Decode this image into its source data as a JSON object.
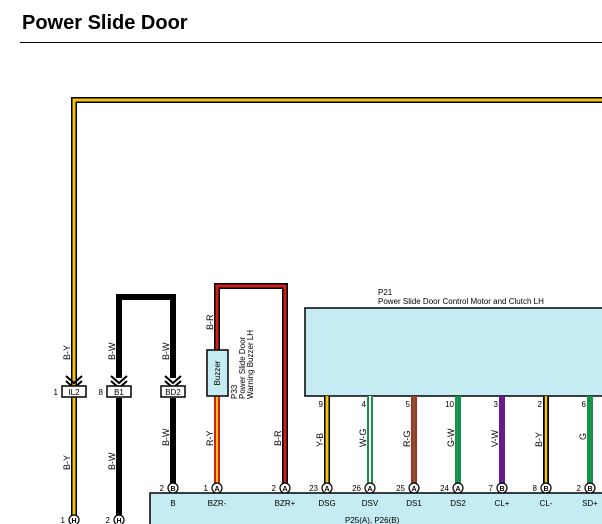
{
  "page": {
    "title": "Power Slide Door"
  },
  "colors": {
    "yellow": "#f4c20d",
    "red": "#cc1f1f",
    "green": "#16924a",
    "purple": "#6a1b8a",
    "black": "#000000",
    "panel": "#c5ecf3"
  },
  "motor": {
    "ref": "P21",
    "name": "Power Slide Door Control Motor and Clutch LH",
    "pins": [
      {
        "num": "9",
        "wire": "Y-B",
        "label": "DSG",
        "conn": "A",
        "pin_below": "23"
      },
      {
        "num": "4",
        "wire": "W-G",
        "label": "DSV",
        "conn": "A",
        "pin_below": "26"
      },
      {
        "num": "5",
        "wire": "R-G",
        "label": "DS1",
        "conn": "A",
        "pin_below": "25"
      },
      {
        "num": "10",
        "wire": "G-W",
        "label": "DS2",
        "conn": "A",
        "pin_below": "24"
      },
      {
        "num": "3",
        "wire": "V-W",
        "label": "CL+",
        "conn": "B",
        "pin_below": "7"
      },
      {
        "num": "2",
        "wire": "B-Y",
        "label": "CL-",
        "conn": "B",
        "pin_below": "8"
      },
      {
        "num": "6",
        "wire": "G",
        "label": "SD+",
        "conn": "B",
        "pin_below": "2"
      }
    ]
  },
  "buzzer": {
    "label": "Buzzer",
    "ref": "P33",
    "name_line1": "Power Slide Door",
    "name_line2": "Warning Buzzer LH",
    "pins": [
      {
        "num": "1",
        "wire": "R-Y",
        "label": "BZR-",
        "conn": "A"
      },
      {
        "num": "2",
        "wire": "B-R",
        "label": "BZR+",
        "conn": "A"
      }
    ],
    "top_wire": "B-R"
  },
  "junctions": [
    {
      "num": "1",
      "code": "IL2",
      "wire_above": "B-Y",
      "wire_below": "B-Y"
    },
    {
      "num": "8",
      "code": "B1",
      "wire_above": "B-W",
      "wire_below": "B-W"
    },
    {
      "num": "",
      "code": "BD2",
      "wire_above": "B-W",
      "wire_below": "B-W"
    }
  ],
  "ecu": {
    "pin_b": {
      "num": "2",
      "conn": "B",
      "label": "B"
    },
    "bottom_label": "P25(A), P26(B)",
    "bottom_pins": [
      {
        "num": "1",
        "conn": "H"
      },
      {
        "num": "2",
        "conn": "H"
      }
    ]
  }
}
